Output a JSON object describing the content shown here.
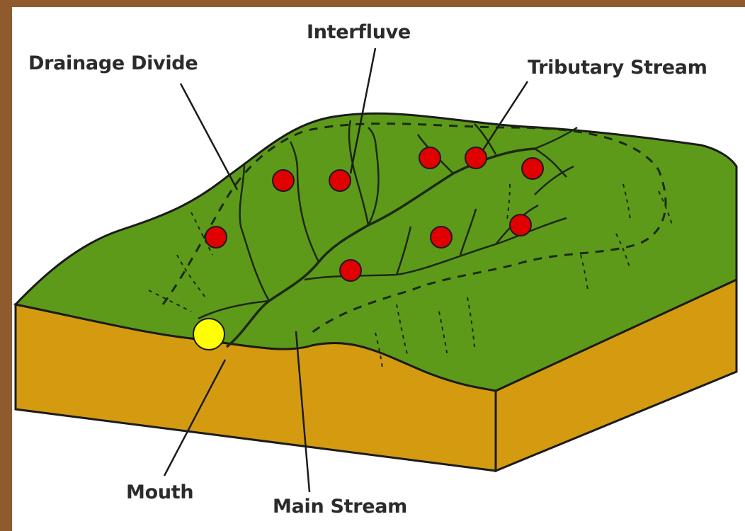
{
  "labels": {
    "drainage_divide": "Drainage Divide",
    "interfluve": "Interfluve",
    "tributary_stream": "Tributary Stream",
    "mouth": "Mouth",
    "main_stream": "Main Stream"
  },
  "colors": {
    "frame": "#8e5a2e",
    "land": "#5e9a1a",
    "soil": "#d49b10",
    "stream": "#1b2a10",
    "red_marker": "#e00000",
    "yellow_marker": "#ffff00"
  },
  "markers": {
    "red_count": 9,
    "yellow_count": 1
  }
}
